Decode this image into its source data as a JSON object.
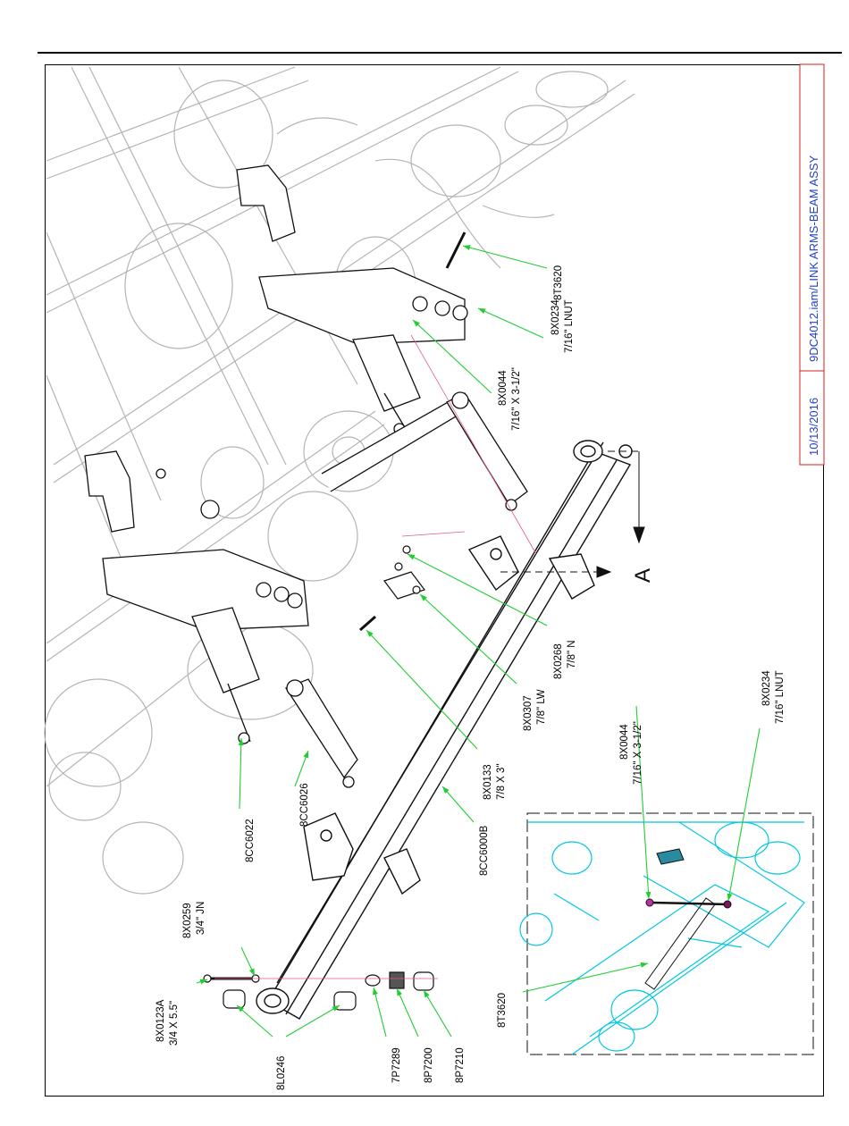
{
  "title_block": {
    "date": "10/13/2016",
    "file": "9DC4012.iam/LINK ARMS-BEAM ASSY",
    "color": "#1f3fd0",
    "border_color": "#d02020"
  },
  "section_marker": {
    "letter": "A"
  },
  "parts": {
    "p8T3620_top": {
      "num": "8T3620"
    },
    "p8X0234_top": {
      "num": "8X0234",
      "desc": "7/16\" LNUT"
    },
    "p8X0044_top": {
      "num": "8X0044",
      "desc": "7/16\" X 3-1/2\""
    },
    "p8X0268": {
      "num": "8X0268",
      "desc": "7/8\" N"
    },
    "p8X0307": {
      "num": "8X0307",
      "desc": "7/8\" LW"
    },
    "p8X0133": {
      "num": "8X0133",
      "desc": "7/8 X 3\""
    },
    "p8CC6000B": {
      "num": "8CC6000B"
    },
    "p8CC6026": {
      "num": "8CC6026"
    },
    "p8CC6022": {
      "num": "8CC6022"
    },
    "p8X0259": {
      "num": "8X0259",
      "desc": "3/4\" JN"
    },
    "p8X0123A": {
      "num": "8X0123A",
      "desc": "3/4 X 5.5\""
    },
    "p8L0246": {
      "num": "8L0246"
    },
    "p7P7289": {
      "num": "7P7289"
    },
    "p8P7200": {
      "num": "8P7200"
    },
    "p8P7210": {
      "num": "8P7210"
    },
    "p8X0044_detail": {
      "num": "8X0044",
      "desc": "7/16\" X 3-1/2\""
    },
    "p8X0234_detail": {
      "num": "8X0234",
      "desc": "7/16\" LNUT"
    },
    "p8T3620_detail": {
      "num": "8T3620"
    }
  },
  "leader_color": "#22cc33",
  "detail_color": "#00c8e0"
}
